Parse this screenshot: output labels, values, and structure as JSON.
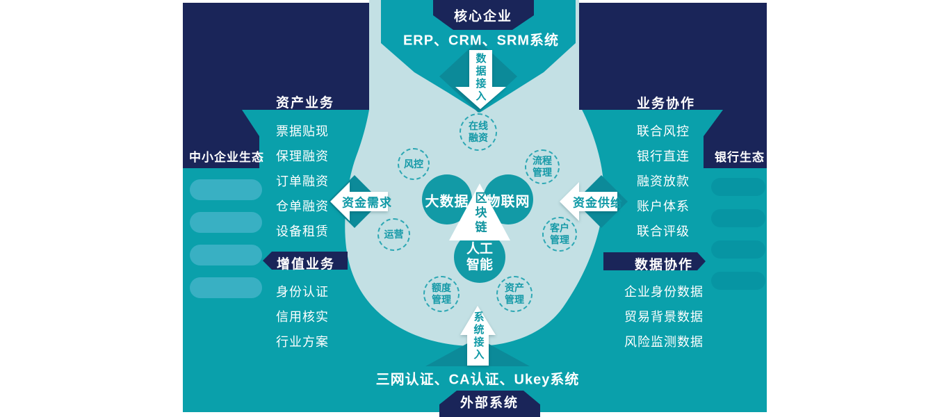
{
  "diagram": {
    "top": {
      "core_label": "核心企业",
      "systems_label": "ERP、CRM、SRM系统",
      "arrow_label": "数据接入"
    },
    "bottom": {
      "external_label": "外部系统",
      "systems_label": "三网认证、CA认证、Ukey系统",
      "arrow_label": "系统接入"
    },
    "left": {
      "ecosystem_label": "中小企业生态",
      "arrow_label": "资金需求",
      "asset": {
        "title": "资产业务",
        "items": [
          "票据贴现",
          "保理融资",
          "订单融资",
          "仓单融资",
          "设备租赁"
        ]
      },
      "value": {
        "title": "增值业务",
        "items": [
          "身份认证",
          "信用核实",
          "行业方案"
        ]
      }
    },
    "right": {
      "ecosystem_label": "银行生态",
      "arrow_label": "资金供给",
      "business": {
        "title": "业务协作",
        "items": [
          "联合风控",
          "银行直连",
          "融资放款",
          "账户体系",
          "联合评级"
        ]
      },
      "data": {
        "title": "数据协作",
        "items": [
          "企业身份数据",
          "贸易背景数据",
          "风险监测数据"
        ]
      }
    },
    "center": {
      "tech_circles": [
        "大数据",
        "物联网",
        "人工智能"
      ],
      "triangle_label": "区块链",
      "capabilities": [
        "在线融资",
        "风控",
        "流程管理",
        "运营",
        "客户管理",
        "额度管理",
        "资产管理"
      ]
    },
    "colors": {
      "navy": "#1a2559",
      "teal": "#0aa0ab",
      "teal_dark": "#0c8a99",
      "light_blob": "#c3e0e4",
      "circle_teal": "#129aa6",
      "white": "#ffffff"
    }
  }
}
